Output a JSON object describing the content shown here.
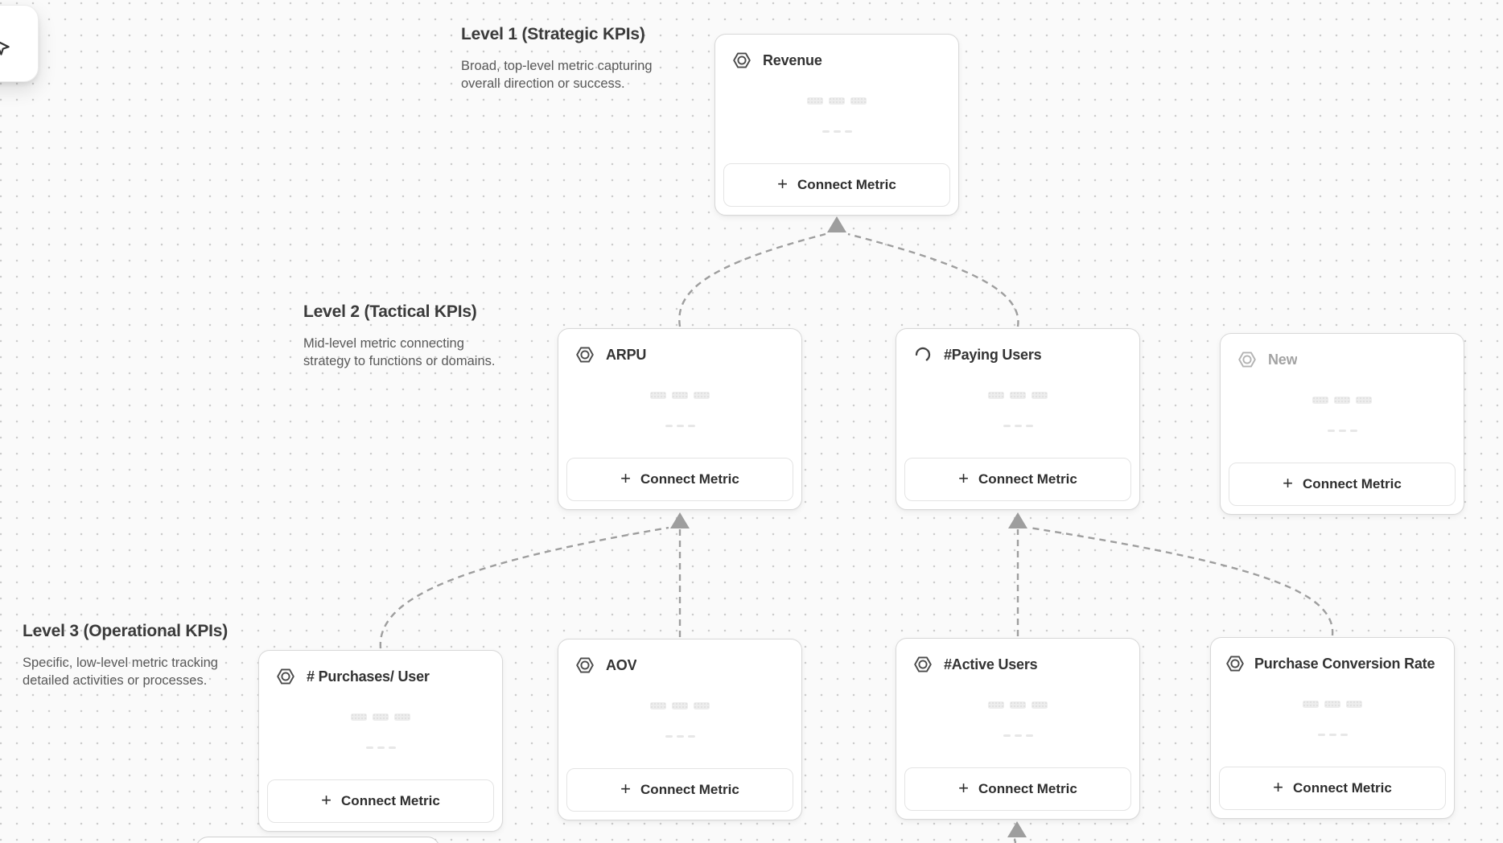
{
  "ui": {
    "plus_glyph": "+"
  },
  "toolbar": {
    "tool_icon": "cursor-icon"
  },
  "levels": [
    {
      "title": "Level 1 (Strategic KPIs)",
      "desc_line1": "Broad, top-level metric capturing",
      "desc_line2": "overall direction or success."
    },
    {
      "title": "Level 2 (Tactical KPIs)",
      "desc_line1": "Mid-level metric connecting",
      "desc_line2": "strategy to functions or domains."
    },
    {
      "title": "Level 3 (Operational KPIs)",
      "desc_line1": "Specific, low-level metric tracking",
      "desc_line2": "detailed activities or processes."
    }
  ],
  "cards": [
    {
      "id": "revenue",
      "level": 1,
      "title": "Revenue",
      "icon": "metric-hexagon-icon",
      "title_state": "filled",
      "connect_label": "Connect Metric"
    },
    {
      "id": "arpu",
      "level": 2,
      "title": "ARPU",
      "icon": "metric-hexagon-icon",
      "title_state": "filled",
      "connect_label": "Connect Metric"
    },
    {
      "id": "paying-users",
      "level": 2,
      "title": "#Paying Users",
      "icon": "loading-spinner-icon",
      "title_state": "filled",
      "connect_label": "Connect Metric"
    },
    {
      "id": "new",
      "level": 2,
      "title": "New",
      "icon": "metric-hexagon-icon",
      "title_state": "placeholder",
      "connect_label": "Connect Metric"
    },
    {
      "id": "purchases-per-user",
      "level": 3,
      "title": "# Purchases/ User",
      "icon": "metric-hexagon-icon",
      "title_state": "filled",
      "connect_label": "Connect Metric"
    },
    {
      "id": "aov",
      "level": 3,
      "title": "AOV",
      "icon": "metric-hexagon-icon",
      "title_state": "filled",
      "connect_label": "Connect Metric"
    },
    {
      "id": "active-users",
      "level": 3,
      "title": "#Active Users",
      "icon": "metric-hexagon-icon",
      "title_state": "filled",
      "connect_label": "Connect Metric"
    },
    {
      "id": "purchase-conversion-rate",
      "level": 3,
      "title": "Purchase Conversion Rate",
      "icon": "metric-hexagon-icon",
      "title_state": "filled",
      "connect_label": "Connect Metric"
    }
  ],
  "connections": [
    {
      "from": "arpu",
      "to": "revenue",
      "style": "dashed-arrow"
    },
    {
      "from": "paying-users",
      "to": "revenue",
      "style": "dashed-arrow"
    },
    {
      "from": "purchases-per-user",
      "to": "arpu",
      "style": "dashed-arrow"
    },
    {
      "from": "aov",
      "to": "arpu",
      "style": "dashed-arrow"
    },
    {
      "from": "active-users",
      "to": "paying-users",
      "style": "dashed-arrow"
    },
    {
      "from": "purchase-conversion-rate",
      "to": "paying-users",
      "style": "dashed-arrow"
    },
    {
      "from": "offscreen-below",
      "to": "active-users",
      "style": "dashed-arrow"
    }
  ],
  "colors": {
    "canvas_bg": "#fafafa",
    "grid_dot": "#cccccc",
    "card_border": "#d8d8d8",
    "connector": "#9e9e9e",
    "title_text": "#333333",
    "placeholder_text": "#a3a3a3",
    "description_text": "#595959"
  }
}
